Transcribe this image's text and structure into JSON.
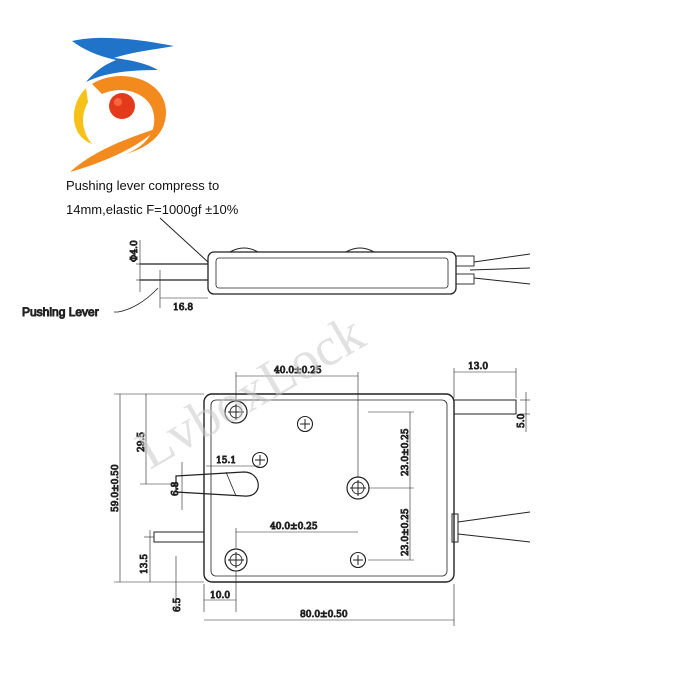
{
  "notes": {
    "line1": "Pushing lever compress to",
    "line2": "14mm,elastic F=1000gf ±10%"
  },
  "labels": {
    "pushing_lever": "Pushing Lever"
  },
  "watermark": "LvboxLock",
  "logo": {
    "icon": "company-swirl-logo",
    "colors": {
      "blue": "#1f73c9",
      "orange": "#f28a1e",
      "red": "#e23a1b",
      "yellow": "#f6c21a"
    }
  },
  "dimensions": {
    "side_dia": "Φ4.0",
    "side_len": "16.8",
    "top_hole_spacing": "40.0±0.25",
    "bottom_hole_spacing": "40.0±0.25",
    "right_top": "13.0",
    "right_small": "5.0",
    "height_upper": "29.5",
    "height_total": "59.0±0.50",
    "lever_offset": "15.1",
    "lever_width": "6.8",
    "right_v1": "23.0±0.25",
    "right_v2": "23.0±0.25",
    "pin_height": "13.5",
    "bottom_small": "6.5",
    "bottom_left": "10.0",
    "total_width": "80.0±0.50"
  }
}
